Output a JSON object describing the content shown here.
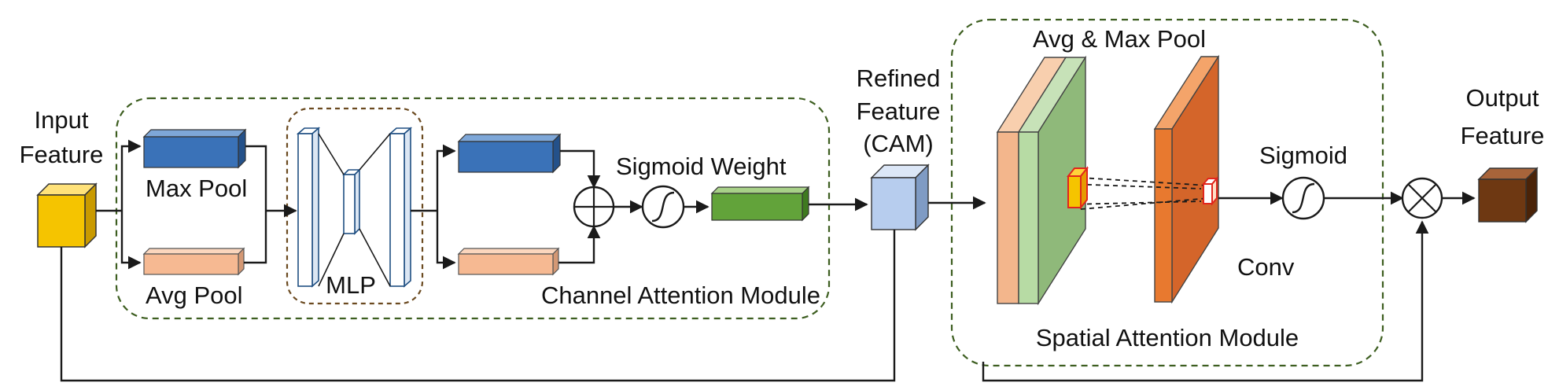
{
  "labels": {
    "input_line1": "Input",
    "input_line2": "Feature",
    "max_pool": "Max Pool",
    "avg_pool": "Avg Pool",
    "mlp": "MLP",
    "sigmoid_weight": "Sigmoid Weight",
    "channel_module": "Channel Attention Module",
    "refined_line1": "Refined",
    "refined_line2": "Feature",
    "refined_line3": "(CAM)",
    "avg_max_pool": "Avg & Max Pool",
    "conv": "Conv",
    "sigmoid": "Sigmoid",
    "spatial_module": "Spatial Attention Module",
    "output_line1": "Output",
    "output_line2": "Feature"
  },
  "colors": {
    "input_cube": "#f5c400",
    "max_pool_bar": "#3a72b8",
    "avg_pool_bar": "#f6b992",
    "sigmoid_weight_bar": "#62a33a",
    "refined_cube": "#b7cdee",
    "spatial_green": "#9cc88a",
    "spatial_peach": "#f3b68c",
    "conv_plane": "#e8792f",
    "output_cube": "#6e3812",
    "module_border": "#3d5e20",
    "mlp_border": "#6b4a20"
  }
}
